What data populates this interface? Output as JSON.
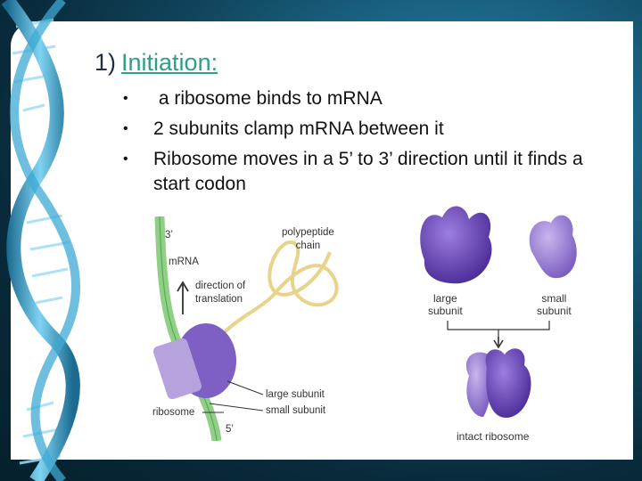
{
  "slide": {
    "heading_number": "1)",
    "heading": "Initiation:",
    "bullets": [
      " a ribosome binds to mRNA",
      "2 subunits clamp mRNA between it",
      "Ribosome moves in a 5’ to 3’ direction until it finds a start codon"
    ],
    "bullet_symbol": "•"
  },
  "figure_left": {
    "label_3prime": "3’",
    "label_mrna": "mRNA",
    "label_direction": [
      "direction of",
      "translation"
    ],
    "label_polypeptide": [
      "polypeptide",
      "chain"
    ],
    "label_large_subunit": "large subunit",
    "label_small_subunit": "small subunit",
    "label_ribosome": "ribosome",
    "label_5prime": "5’"
  },
  "figure_right": {
    "label_large": [
      "large",
      "subunit"
    ],
    "label_small": [
      "small",
      "subunit"
    ],
    "label_intact": "intact ribosome"
  },
  "colors": {
    "background_dark": "#082a3a",
    "heading_link": "#2f9f86",
    "mrna_green": "#8fcf86",
    "ribosome_purple": "#7e5fc4",
    "small_subunit_purple": "#b6a2dc",
    "polypeptide_yellow": "#e8d38a"
  }
}
